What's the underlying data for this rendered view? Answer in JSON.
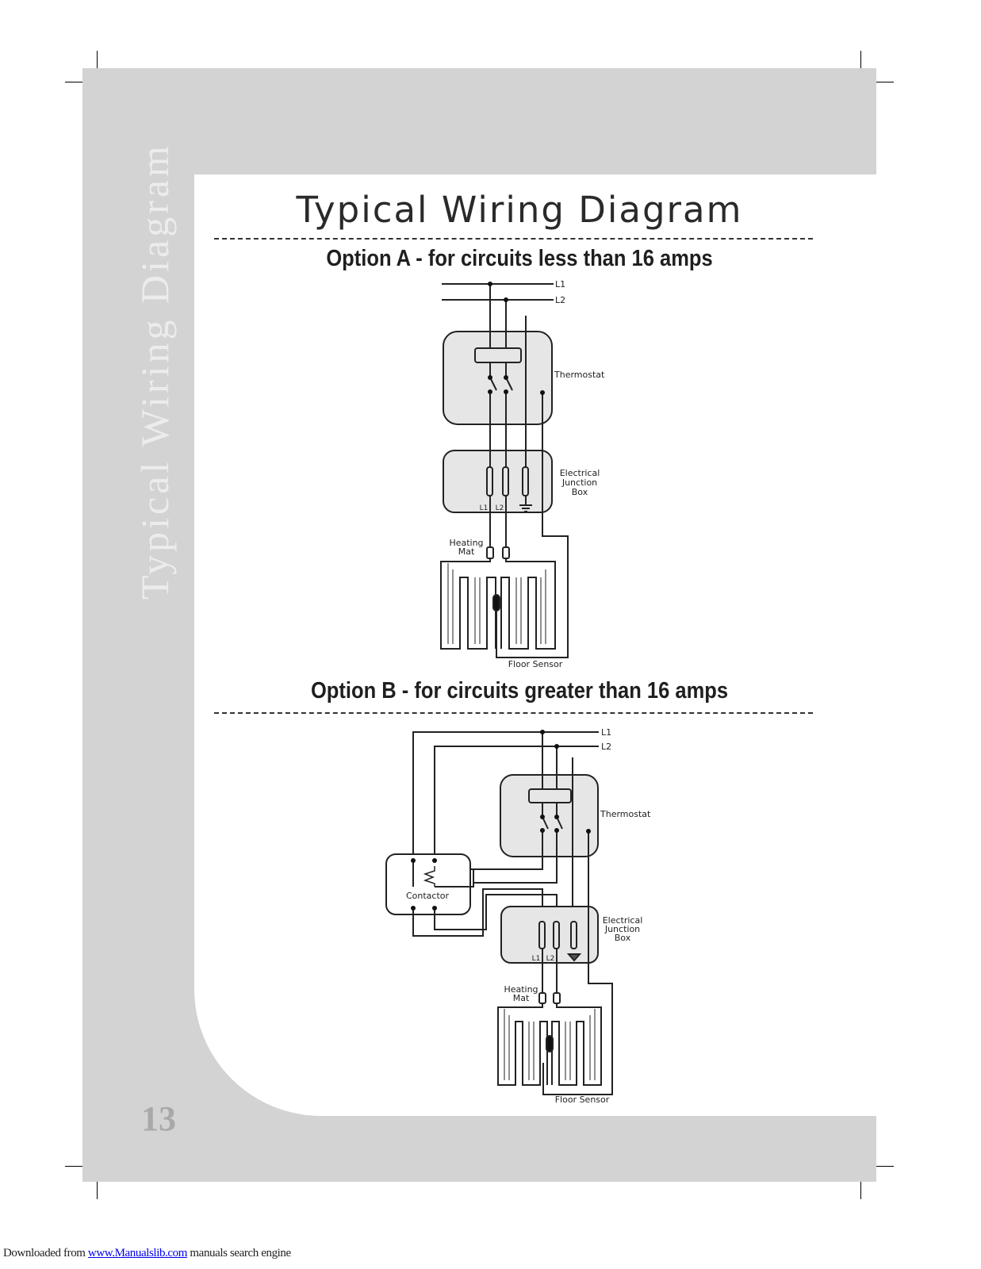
{
  "page": {
    "side_title": "Typical Wiring Diagram",
    "title": "Typical Wiring Diagram",
    "page_number": "13"
  },
  "option_a": {
    "heading": "Option A - for circuits less than 16 amps",
    "labels": {
      "l1": "L1",
      "l2": "L2",
      "thermostat": "Thermostat",
      "junction_line1": "Electrical",
      "junction_line2": "Junction",
      "junction_line3": "Box",
      "terminal_l1": "L1",
      "terminal_l2": "L2",
      "heating_line1": "Heating",
      "heating_line2": "Mat",
      "floor_sensor": "Floor Sensor"
    }
  },
  "option_b": {
    "heading": "Option B - for circuits greater than 16 amps",
    "labels": {
      "l1": "L1",
      "l2": "L2",
      "thermostat": "Thermostat",
      "contactor": "Contactor",
      "junction_line1": "Electrical",
      "junction_line2": "Junction",
      "junction_line3": "Box",
      "terminal_l1": "L1",
      "terminal_l2": "L2",
      "heating_line1": "Heating",
      "heating_line2": "Mat",
      "floor_sensor": "Floor Sensor"
    }
  },
  "footer": {
    "prefix": "Downloaded from ",
    "link": "www.Manualslib.com",
    "suffix": "  manuals search engine"
  },
  "colors": {
    "frame": "#d3d3d3",
    "box_fill": "#e6e6e6",
    "line": "#222222"
  }
}
